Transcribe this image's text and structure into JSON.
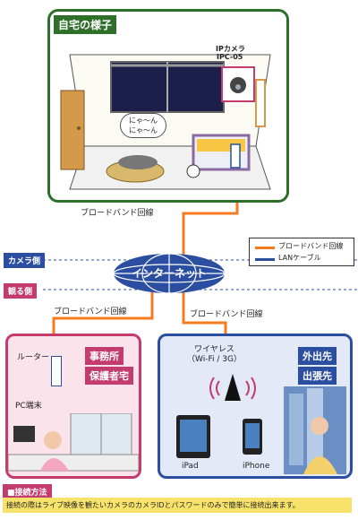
{
  "home": {
    "title": "自宅の様子",
    "camera_label": "IPカメラ",
    "camera_model": "IPC-05",
    "cat_speech": "にゃ〜ん\nにゃ〜ん"
  },
  "links": {
    "broadband_top": "ブロードバンド回線",
    "broadband_left": "ブロードバンド回線",
    "broadband_right": "ブロードバンド回線"
  },
  "sides": {
    "camera_side": "カメラ側",
    "viewer_side": "観る側"
  },
  "internet": "インターネット",
  "legend": {
    "broadband": "ブロードバンド回線",
    "lan": "LANケーブル"
  },
  "office": {
    "router_label": "ルーター",
    "tag1": "事務所",
    "tag2": "保護者宅",
    "pc_label": "PC端末"
  },
  "outside": {
    "wireless_label": "ワイヤレス\n（Wi-Fi / 3G）",
    "tag1": "外出先",
    "tag2": "出張先",
    "ipad_label": "iPad",
    "iphone_label": "iPhone"
  },
  "note": {
    "title": "■接続方法",
    "body": "接続の際はライブ映像を観たいカメラのカメラIDとパスワードのみで簡単に接続出来ます。"
  },
  "colors": {
    "broadband": "#f47b20",
    "lan": "#2b4ea1",
    "home_border": "#2e6f2a",
    "office_border": "#c43b6d",
    "outside_border": "#2b4ea1"
  }
}
